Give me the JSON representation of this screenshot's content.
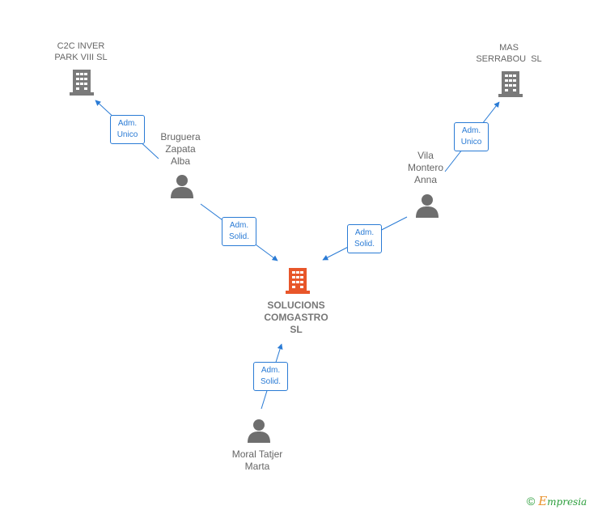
{
  "nodes": {
    "c2c": {
      "line1": "C2C INVER",
      "line2": "PARK VIII SL"
    },
    "mas": {
      "line1": "MAS",
      "line2": "SERRABOU  SL"
    },
    "solucions": {
      "line1": "SOLUCIONS",
      "line2": "COMGASTRO",
      "line3": "SL"
    },
    "bruguera": {
      "line1": "Bruguera",
      "line2": "Zapata",
      "line3": "Alba"
    },
    "vila": {
      "line1": "Vila",
      "line2": "Montero",
      "line3": "Anna"
    },
    "moral": {
      "line1": "Moral Tatjer",
      "line2": "Marta"
    }
  },
  "edges": {
    "bruguera_c2c": {
      "line1": "Adm.",
      "line2": "Unico"
    },
    "vila_mas": {
      "line1": "Adm.",
      "line2": "Unico"
    },
    "bruguera_solucions": {
      "line1": "Adm.",
      "line2": "Solid."
    },
    "vila_solucions": {
      "line1": "Adm.",
      "line2": "Solid."
    },
    "moral_solucions": {
      "line1": "Adm.",
      "line2": "Solid."
    }
  },
  "colors": {
    "edge": "#2a7bd5",
    "center_building": "#e8562a",
    "building": "#7a7a7a",
    "person": "#6e6e6e"
  },
  "footer": {
    "copyright": "©",
    "brand_initial": "E",
    "brand_rest": "mpresia"
  }
}
